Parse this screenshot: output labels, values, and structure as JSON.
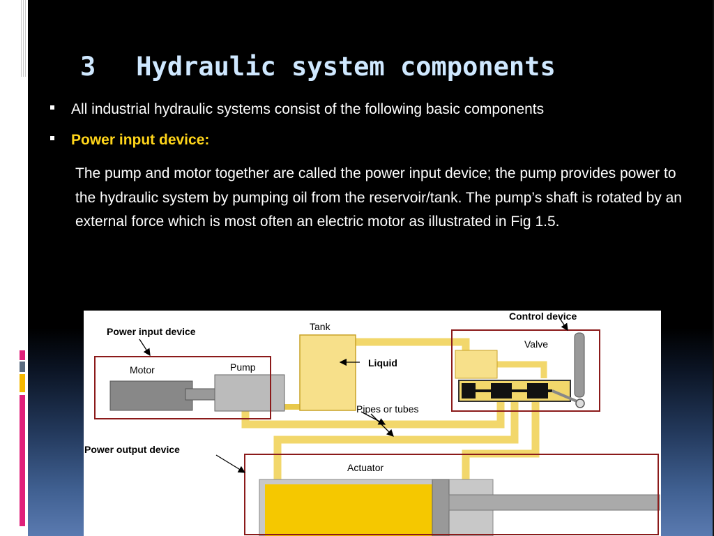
{
  "slide": {
    "title_number": "3",
    "title_text": "Hydraulic system components"
  },
  "bullets": [
    {
      "text": "All industrial hydraulic systems consist of the following basic components"
    },
    {
      "text": "Power input device:"
    }
  ],
  "paragraph": "The pump and motor together are called the power input device; the pump provides power to the hydraulic system by pumping oil from the reservoir/tank. The pump’s shaft is rotated by an external force which is most often an electric motor as illustrated in Fig 1.5.",
  "figure": {
    "labels": {
      "power_input_device": "Power input device",
      "motor": "Motor",
      "pump": "Pump",
      "tank": "Tank",
      "liquid": "Liquid",
      "control_device": "Control device",
      "valve": "Valve",
      "pipes_or_tubes": "Pipes or tubes",
      "power_output_device": "Power output device",
      "actuator": "Actuator"
    }
  },
  "colors": {
    "title": "#cfe8ff",
    "highlight_yellow": "#ffd51a",
    "oil_yellow": "#f2d76b",
    "box_border": "#8b1a1a",
    "deco_magenta": "#e0207a",
    "deco_yellow": "#f5b800",
    "deco_gray": "#5a6b80"
  }
}
